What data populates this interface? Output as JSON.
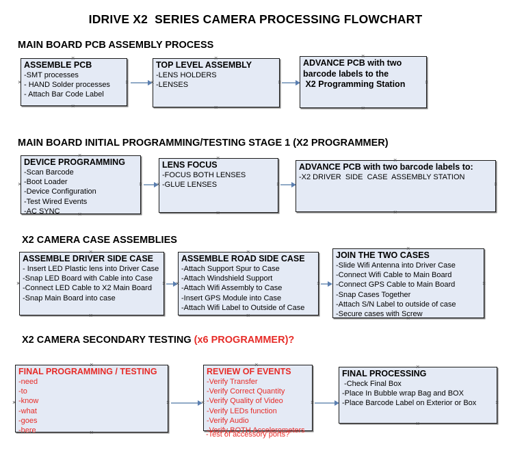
{
  "document": {
    "title": "IDRIVE X2  SERIES CAMERA PROCESSING FLOWCHART"
  },
  "colors": {
    "box_fill": "#E4EAF5",
    "box_border": "#1a1a1a",
    "arrow": "#8FA9C6",
    "arrow_head": "#5B7FB0",
    "accent_red": "#E62B27",
    "text": "#000000"
  },
  "sections": [
    {
      "id": "main-board-pcb-assembly",
      "heading": "MAIN BOARD PCB ASSEMBLY PROCESS",
      "heading_accent": "",
      "boxes": [
        {
          "id": "assemble-pcb",
          "title": "ASSEMBLE PCB",
          "lines": [
            "-SMT processes",
            "- HAND Solder processes",
            "- Attach Bar Code Label"
          ]
        },
        {
          "id": "top-level-assembly",
          "title": "TOP LEVEL ASSEMBLY",
          "lines": [
            "-LENS HOLDERS",
            "-LENSES"
          ]
        },
        {
          "id": "advance-pcb-programming-station",
          "title": "",
          "lines": [
            "ADVANCE PCB with two",
            "barcode labels to the",
            " X2 Programming Station"
          ]
        }
      ]
    },
    {
      "id": "main-board-initial-programming",
      "heading": "MAIN BOARD INITIAL PROGRAMMING/TESTING STAGE 1 (X2 PROGRAMMER)",
      "heading_accent": "",
      "boxes": [
        {
          "id": "device-programming",
          "title": "DEVICE PROGRAMMING",
          "lines": [
            "-Scan Barcode",
            "-Boot Loader",
            "-Device Configuration",
            "-Test Wired Events",
            "-AC SYNC"
          ]
        },
        {
          "id": "lens-focus",
          "title": "LENS FOCUS",
          "lines": [
            "-FOCUS BOTH LENSES",
            "-GLUE LENSES"
          ]
        },
        {
          "id": "advance-pcb-driver-side-case",
          "title": "ADVANCE PCB with two barcode labels to:",
          "lines": [
            "-X2 DRIVER  SIDE  CASE  ASSEMBLY STATION"
          ]
        }
      ]
    },
    {
      "id": "x2-camera-case-assemblies",
      "heading": "X2 CAMERA CASE ASSEMBLIES",
      "heading_accent": "",
      "boxes": [
        {
          "id": "assemble-driver-side-case",
          "title": "ASSEMBLE DRIVER SIDE CASE",
          "lines": [
            "- Insert LED Plastic lens into Driver Case",
            "-Snap LED Board with Cable into Case",
            "-Connect LED Cable to X2 Main Board",
            "-Snap Main Board into case"
          ]
        },
        {
          "id": "assemble-road-side-case",
          "title": "ASSEMBLE ROAD SIDE CASE",
          "lines": [
            "-Attach Support Spur to Case",
            "-Attach Windshield Support",
            "-Attach Wifi Assembly to Case",
            "-Insert GPS Module into Case",
            "-Attach Wifi Label to Outside of Case"
          ]
        },
        {
          "id": "join-the-two-cases",
          "title": "JOIN THE TWO CASES",
          "lines": [
            "-Slide Wifi Antenna into Driver Case",
            "-Connect Wifi Cable to Main Board",
            "-Connect GPS Cable to Main Board",
            "-Snap Cases Together",
            "-Attach S/N Label to outside of case",
            "-Secure cases with Screw"
          ]
        }
      ]
    },
    {
      "id": "x2-camera-secondary-testing",
      "heading": "X2 CAMERA SECONDARY TESTING ",
      "heading_accent": "(x6 PROGRAMMER)?",
      "boxes": [
        {
          "id": "final-programming-testing",
          "title": "FINAL PROGRAMMING / TESTING",
          "lines": [
            "-need",
            "-to",
            "-know",
            "-what",
            "-goes",
            "-here"
          ]
        },
        {
          "id": "review-of-events",
          "title": "REVIEW OF EVENTS",
          "lines": [
            "-Verify Transfer",
            "-Verify Correct Quantity",
            "-Verify Quality of Video",
            "-Verify LEDs function",
            "-Verify Audio",
            "-Verify BOTH Accelerometers"
          ],
          "overflow_line": "-Test of accessory ports?"
        },
        {
          "id": "final-processing",
          "title": "FINAL PROCESSING",
          "lines": [
            " -Check Final Box",
            "-Place In Bubble wrap Bag and BOX",
            "-Place Barcode Label on Exterior or Box"
          ]
        }
      ]
    }
  ],
  "handle_glyph": "×"
}
